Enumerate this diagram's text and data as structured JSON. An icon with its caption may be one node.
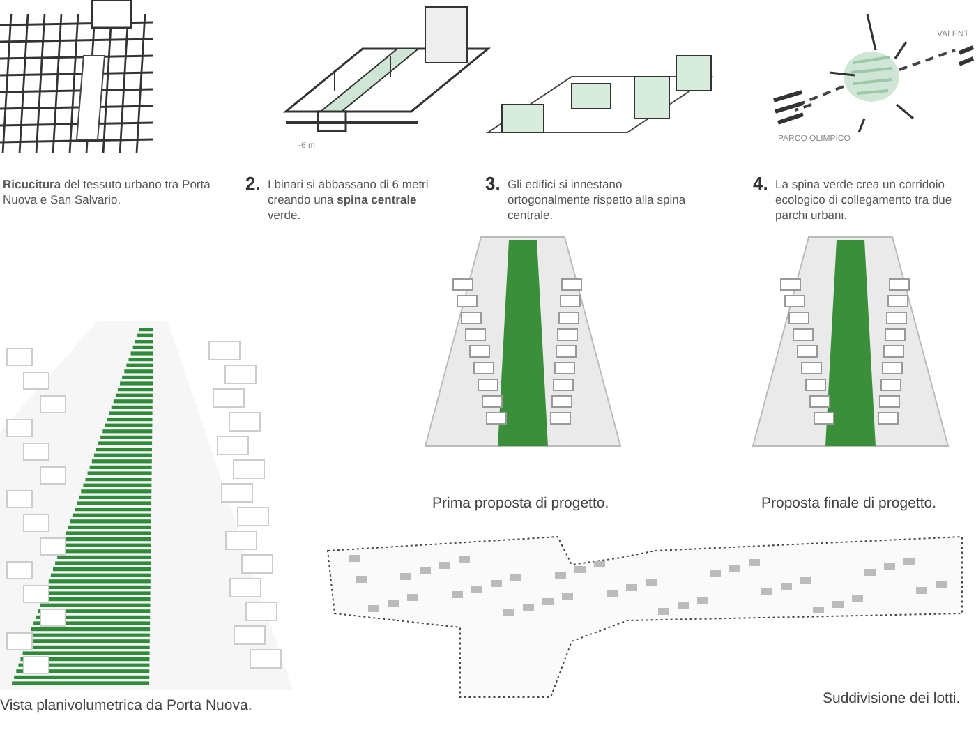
{
  "diagram": {
    "labels": [
      "-6 m",
      "VALENT",
      "PARCO OLIMPICO",
      "**Ricucitura** del tessuto urbano tra Porta Nuova e San Salvario.",
      "2.",
      "I binari si abbassano di 6 metri creando una **spina centrale** verde.",
      "3.",
      "Gli edifici si innestano ortogonalmente rispetto alla spina centrale.",
      "4.",
      "La spina verde crea un corridoio ecologico di collegamento tra due parchi urbani.",
      "Prima proposta di progetto.",
      "Proposta finale di progetto.",
      "Vista planivolumetrica da Porta Nuova.",
      "Suddivisione dei lotti."
    ]
  }
}
